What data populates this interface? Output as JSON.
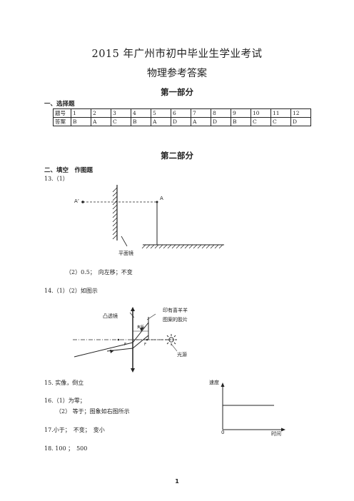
{
  "header": {
    "title": "2015 年广州市初中毕业生学业考试",
    "subtitle": "物理参考答案"
  },
  "part1": {
    "title": "第一部分",
    "section": "一、选择题",
    "row_label_q": "题号",
    "row_label_a": "答案",
    "questions": [
      "1",
      "2",
      "3",
      "4",
      "5",
      "6",
      "7",
      "8",
      "9",
      "10",
      "11",
      "12"
    ],
    "answers": [
      "B",
      "A",
      "C",
      "B",
      "A",
      "D",
      "A",
      "D",
      "B",
      "C",
      "C",
      "D"
    ]
  },
  "part2": {
    "title": "第二部分",
    "section": "二、填空　作图题",
    "q13_label": "13.（1）",
    "q13_point_a": "A",
    "q13_point_a_image": "A’",
    "q13_mirror_label": "平面镜",
    "q13_part2": "（2）0.5；　向左移；不变",
    "q14_label": "14.（1）（2）如图示",
    "q14_lens_label": "凸透镜",
    "q14_film_label_1": "印有喜羊羊",
    "q14_film_label_2": "图案的胶片",
    "q14_focal_label": "焦距",
    "q14_f_left": "F",
    "q14_f_right": "F",
    "q14_light_label": "光源",
    "q15": "15. 实像，倒立",
    "q16_1": "16.（1）为零；",
    "q16_2": "（2）  等于；图象如右图所示",
    "q17": "17.小于；　不变；　变小",
    "q18": "18. 100  ；　500",
    "graph_ylabel": "速度",
    "graph_xlabel": "时间",
    "graph_origin": "0"
  },
  "footer": {
    "page": "1"
  }
}
